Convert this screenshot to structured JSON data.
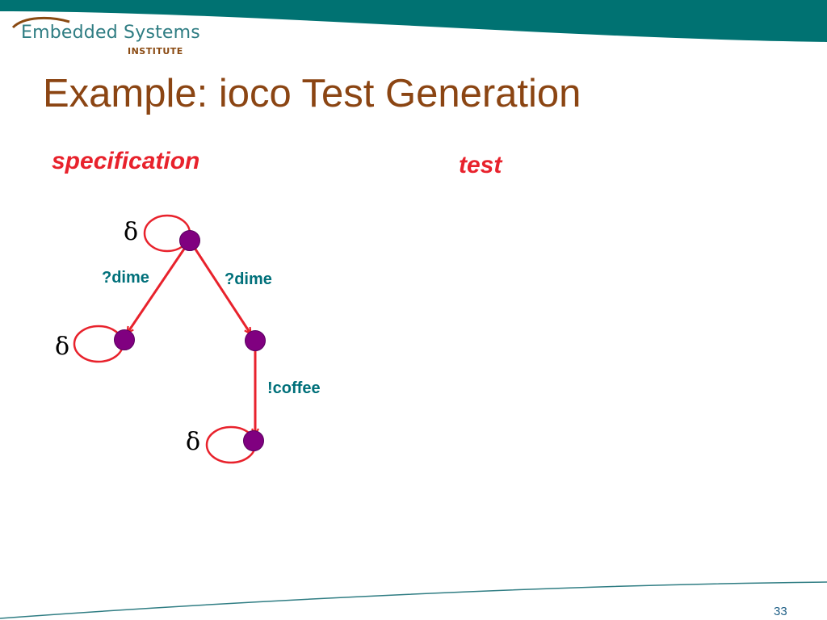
{
  "logo": {
    "main": "Embedded Systems",
    "sub": "INSTITUTE"
  },
  "slide": {
    "title": "Example: ioco Test Generation",
    "page_number": "33"
  },
  "labels": {
    "specification": "specification",
    "test": "test"
  },
  "diagram": {
    "edges": {
      "left": "?dime",
      "right": "?dime",
      "coffee": "!coffee"
    },
    "self_loop_label": "δ"
  },
  "colors": {
    "header_band": "#007272",
    "title": "#8B4513",
    "heading_red": "#E8222C",
    "edge_red": "#E8222C",
    "edge_label": "#00707A",
    "node_fill": "#800080"
  }
}
